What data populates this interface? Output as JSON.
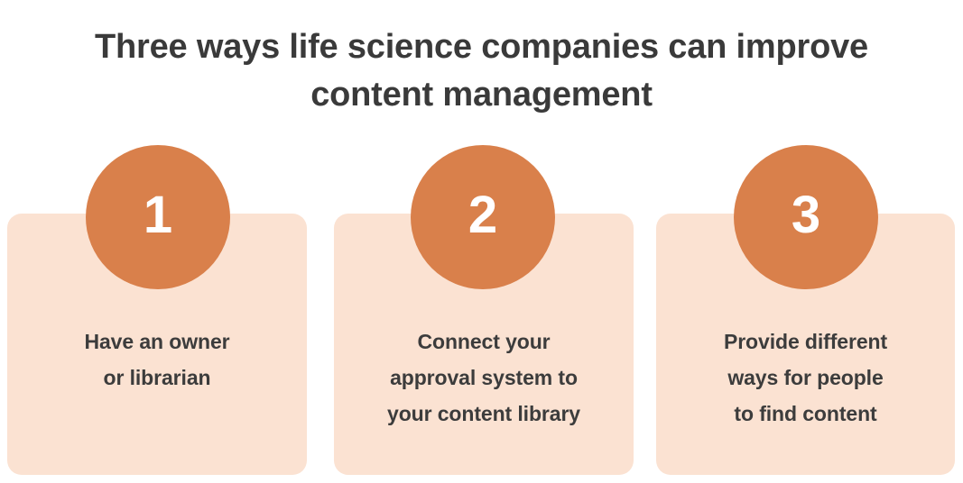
{
  "title": "Three ways life science companies can improve\ncontent management",
  "colors": {
    "background": "#FFFFFF",
    "card_background": "#FBE2D2",
    "circle_accent": "#D9804B",
    "title_text": "#3A3A3A",
    "card_text": "#3C3C3C",
    "number_text": "#FFFFFF"
  },
  "steps": [
    {
      "number": "1",
      "text": "Have an owner\nor librarian"
    },
    {
      "number": "2",
      "text": "Connect your\napproval system to\nyour content library"
    },
    {
      "number": "3",
      "text": "Provide different\nways for people\nto find content"
    }
  ]
}
